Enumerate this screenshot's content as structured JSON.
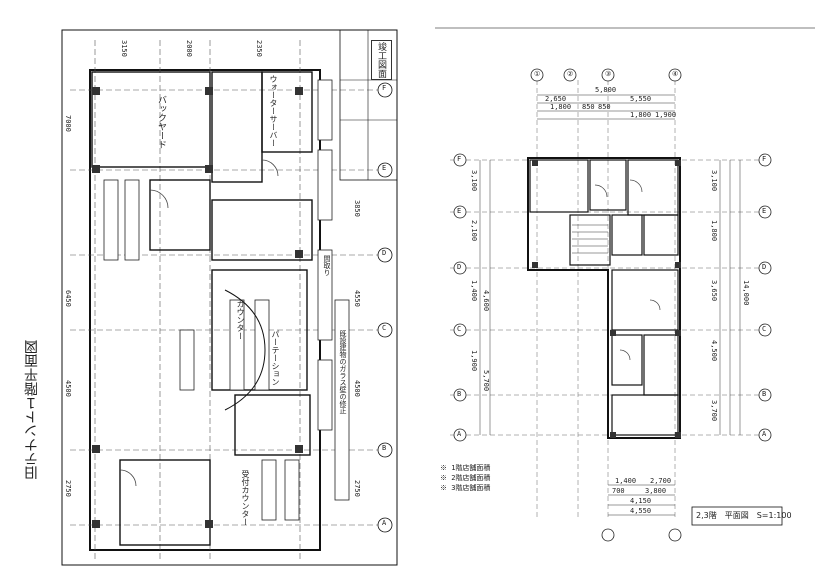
{
  "left": {
    "side_title": "旧テナント１階平面図",
    "stamp": "竣工図面",
    "dims_top": [
      "3150",
      "2000",
      "2350"
    ],
    "dims_left": [
      "7000",
      "6450",
      "4500",
      "2750"
    ],
    "dims_right": [
      "3850",
      "4550",
      "4500",
      "2750"
    ],
    "grid_labels": [
      "F",
      "E",
      "D",
      "C",
      "B",
      "A"
    ],
    "rooms": [
      "バックヤード",
      "カウンター",
      "受付カウンター",
      "ウォーターサーバー",
      "パーテーション"
    ],
    "notes": [
      "既設建物のガラス壁の修正",
      "間取り"
    ]
  },
  "right": {
    "grid_top": [
      "①",
      "②",
      "③",
      "④"
    ],
    "grid_side": [
      "F",
      "E",
      "D",
      "C",
      "B",
      "A"
    ],
    "dims_top": [
      "5,800",
      "2,650",
      "5,550",
      "1,800",
      "850",
      "850",
      "1,800",
      "1,900"
    ],
    "dims_bottom": [
      "1,400",
      "2,700",
      "700",
      "3,800",
      "4,150",
      "4,550"
    ],
    "dims_left": [
      "3,100",
      "2,100",
      "1,400",
      "4,600",
      "1,900",
      "5,700"
    ],
    "dims_right": [
      "3,100",
      "1,800",
      "3,650",
      "4,500",
      "3,700",
      "14,000"
    ],
    "notes": [
      "※ 1階店舗面積",
      "※ 2階店舗面積",
      "※ 3階店舗面積"
    ],
    "title_box": "2,3階　平面図　S=1:100"
  }
}
